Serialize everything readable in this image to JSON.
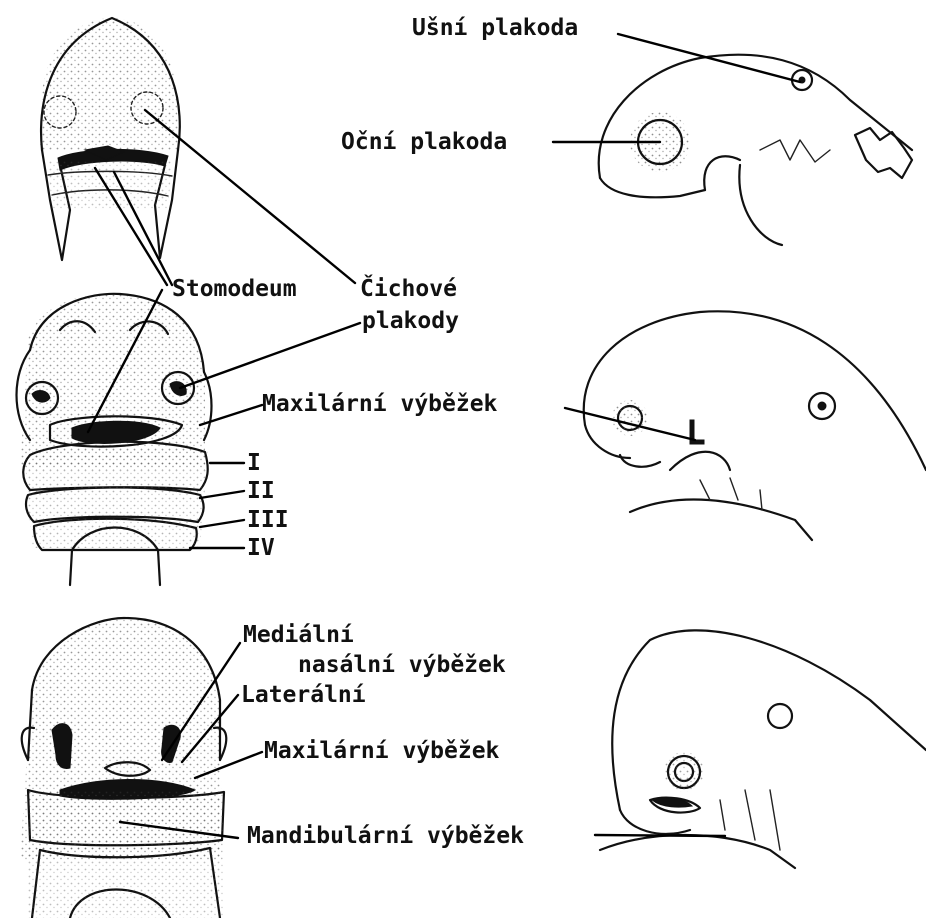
{
  "labels": {
    "usni_plakoda": "Ušní plakoda",
    "ocni_plakoda": "Oční plakoda",
    "stomodeum": "Stomodeum",
    "cichove_1": "Čichové",
    "cichove_2": "plakody",
    "maxilarni_1": "Maxilární výběžek",
    "arch_1": "I",
    "arch_2": "II",
    "arch_3": "III",
    "arch_4": "IV",
    "medialni_1": "Mediální",
    "medialni_2": "nasální výběžek",
    "lateralni": "Laterální",
    "maxilarni_2": "Maxilární výběžek",
    "mandibularni": "Mandibulární výběžek"
  },
  "colors": {
    "ink": "#111111",
    "paper": "#ffffff"
  }
}
